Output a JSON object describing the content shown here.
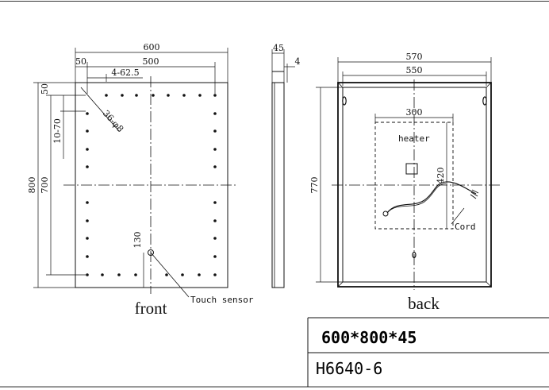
{
  "front": {
    "title": "front",
    "dims": {
      "width_total": "600",
      "inner_width": "500",
      "edge_offset": "50",
      "spacing": "4-62.5",
      "height_total": "800",
      "inner_height": "700",
      "top_offset": "50",
      "vertical_spacing": "10-70",
      "led_count": "36-φ8",
      "sensor_offset": "130"
    },
    "touch_sensor_label": "Touch sensor"
  },
  "side": {
    "depth": "45",
    "frame": "4"
  },
  "back": {
    "title": "back",
    "dims": {
      "outer_width": "570",
      "inner_width": "550",
      "height": "770",
      "heater_width": "300",
      "heater_height": "420"
    },
    "heater_label": "heater",
    "cord_label": "Cord"
  },
  "spec": {
    "size": "600*800*45",
    "model": "H6640-6"
  }
}
